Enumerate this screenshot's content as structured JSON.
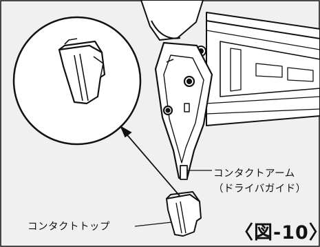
{
  "figure": {
    "callouts": {
      "contact_arm": "コンタクトアーム",
      "driver_guide": "（ドライバガイド）",
      "contact_top": "コンタクトトップ"
    },
    "figure_number": "〈図-10〉"
  },
  "colors": {
    "background": "#f0f0f0",
    "line": "#111111",
    "fill": "#ffffff"
  }
}
